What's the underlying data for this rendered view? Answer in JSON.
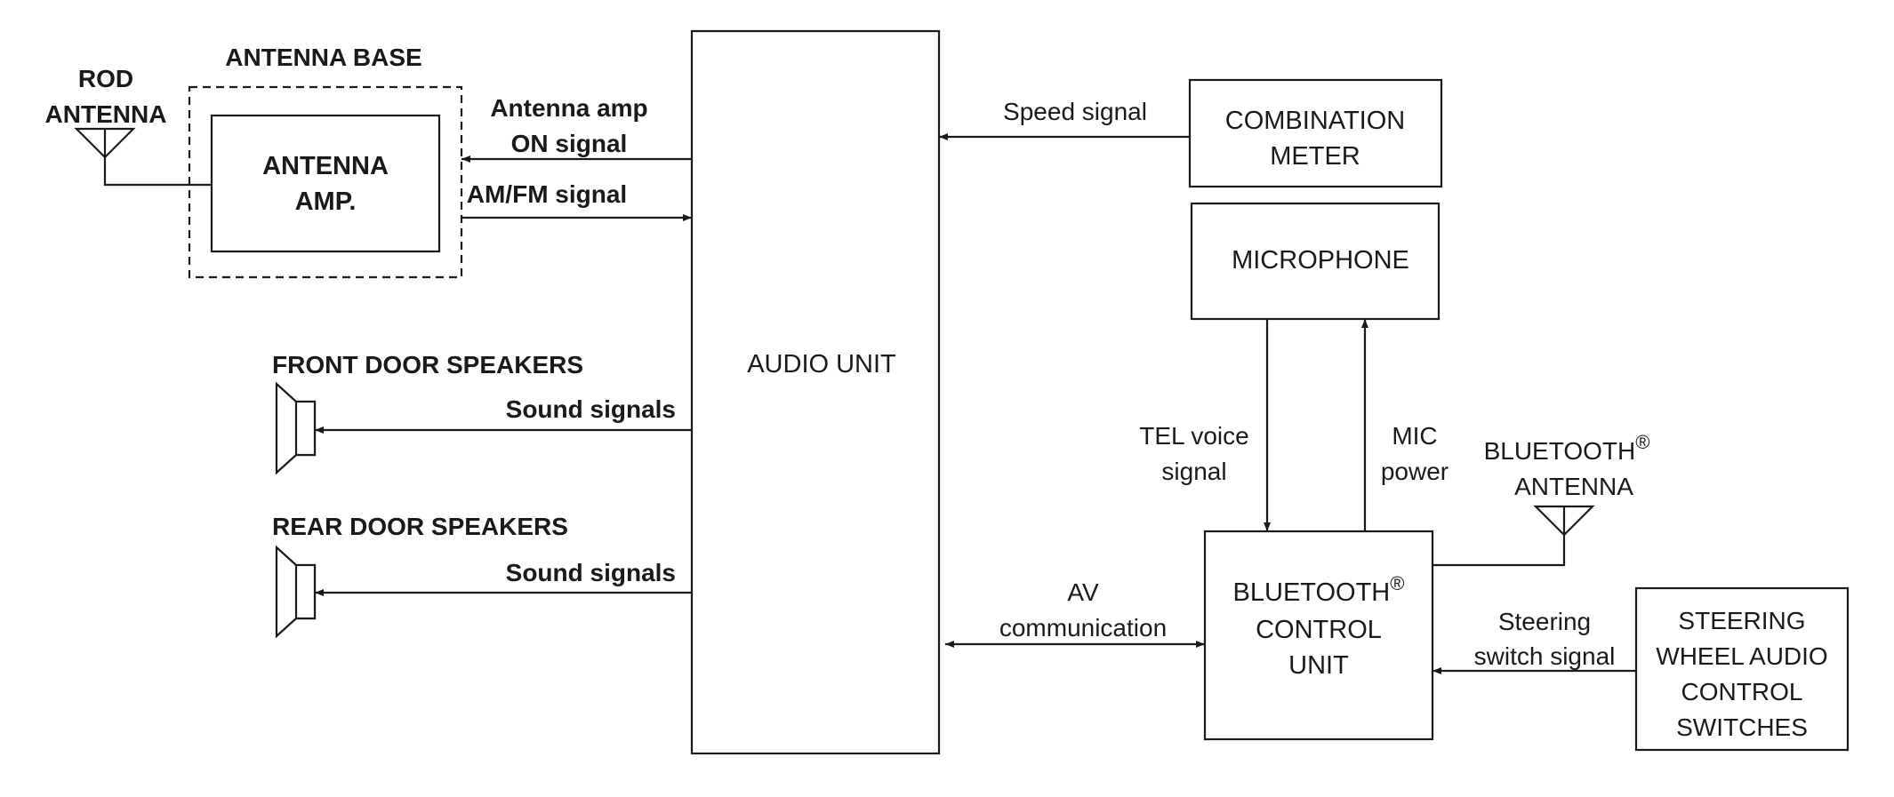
{
  "blocks": {
    "rod_antenna": [
      "ROD",
      "ANTENNA"
    ],
    "antenna_base": "ANTENNA BASE",
    "antenna_amp": [
      "ANTENNA",
      "AMP."
    ],
    "audio_unit": "AUDIO UNIT",
    "combination_meter": [
      "COMBINATION",
      "METER"
    ],
    "microphone": "MICROPHONE",
    "bluetooth_control_unit": [
      "BLUETOOTH",
      "CONTROL",
      "UNIT"
    ],
    "bluetooth_antenna": [
      "BLUETOOTH",
      "ANTENNA"
    ],
    "steering_switches": [
      "STEERING",
      "WHEEL AUDIO",
      "CONTROL",
      "SWITCHES"
    ],
    "front_speakers": "FRONT DOOR SPEAKERS",
    "rear_speakers": "REAR DOOR SPEAKERS",
    "registered_mark": "®"
  },
  "signals": {
    "antenna_amp_on": [
      "Antenna amp",
      "ON signal"
    ],
    "am_fm": "AM/FM signal",
    "speed": "Speed signal",
    "front_sound": "Sound signals",
    "rear_sound": "Sound signals",
    "tel_voice": [
      "TEL voice",
      "signal"
    ],
    "mic_power": [
      "MIC",
      "power"
    ],
    "av_comm": [
      "AV",
      "communication"
    ],
    "steering_signal": [
      "Steering",
      "switch signal"
    ]
  }
}
